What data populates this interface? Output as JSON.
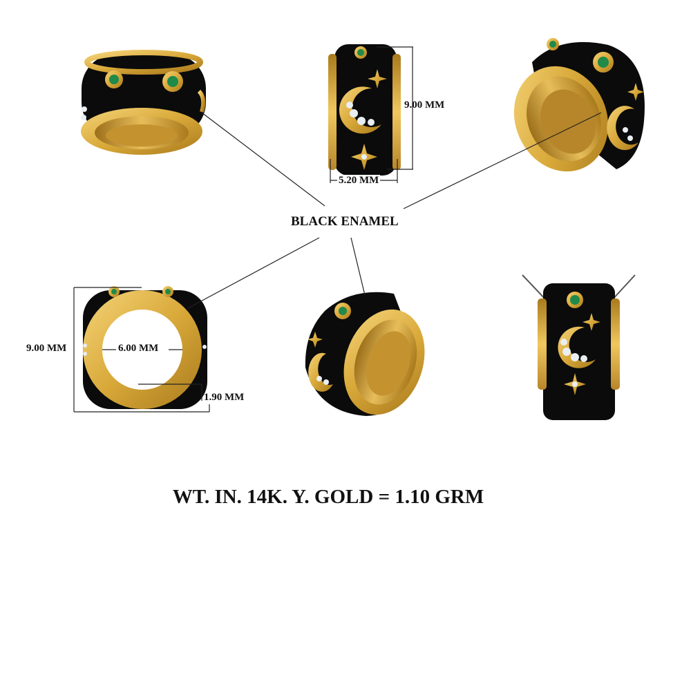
{
  "colors": {
    "gold": "#d9a93a",
    "gold_light": "#f5d479",
    "gold_dark": "#a97a1c",
    "enamel": "#0b0b0b",
    "emerald": "#1f8a4a",
    "diamond": "#e8eef2"
  },
  "labels": {
    "enamel": "BLACK ENAMEL",
    "height_top": "9.00 MM",
    "width_top": "5.20 MM",
    "height_left": "9.00 MM",
    "inner_diameter": "6.00 MM",
    "wall": "1.90 MM"
  },
  "weight": "WT. IN. 14K. Y. GOLD = 1.10 GRM",
  "views": [
    "top-left-angled-view",
    "front-view",
    "top-right-angled-view",
    "end-view",
    "bottom-angled-view",
    "pendant-view"
  ]
}
